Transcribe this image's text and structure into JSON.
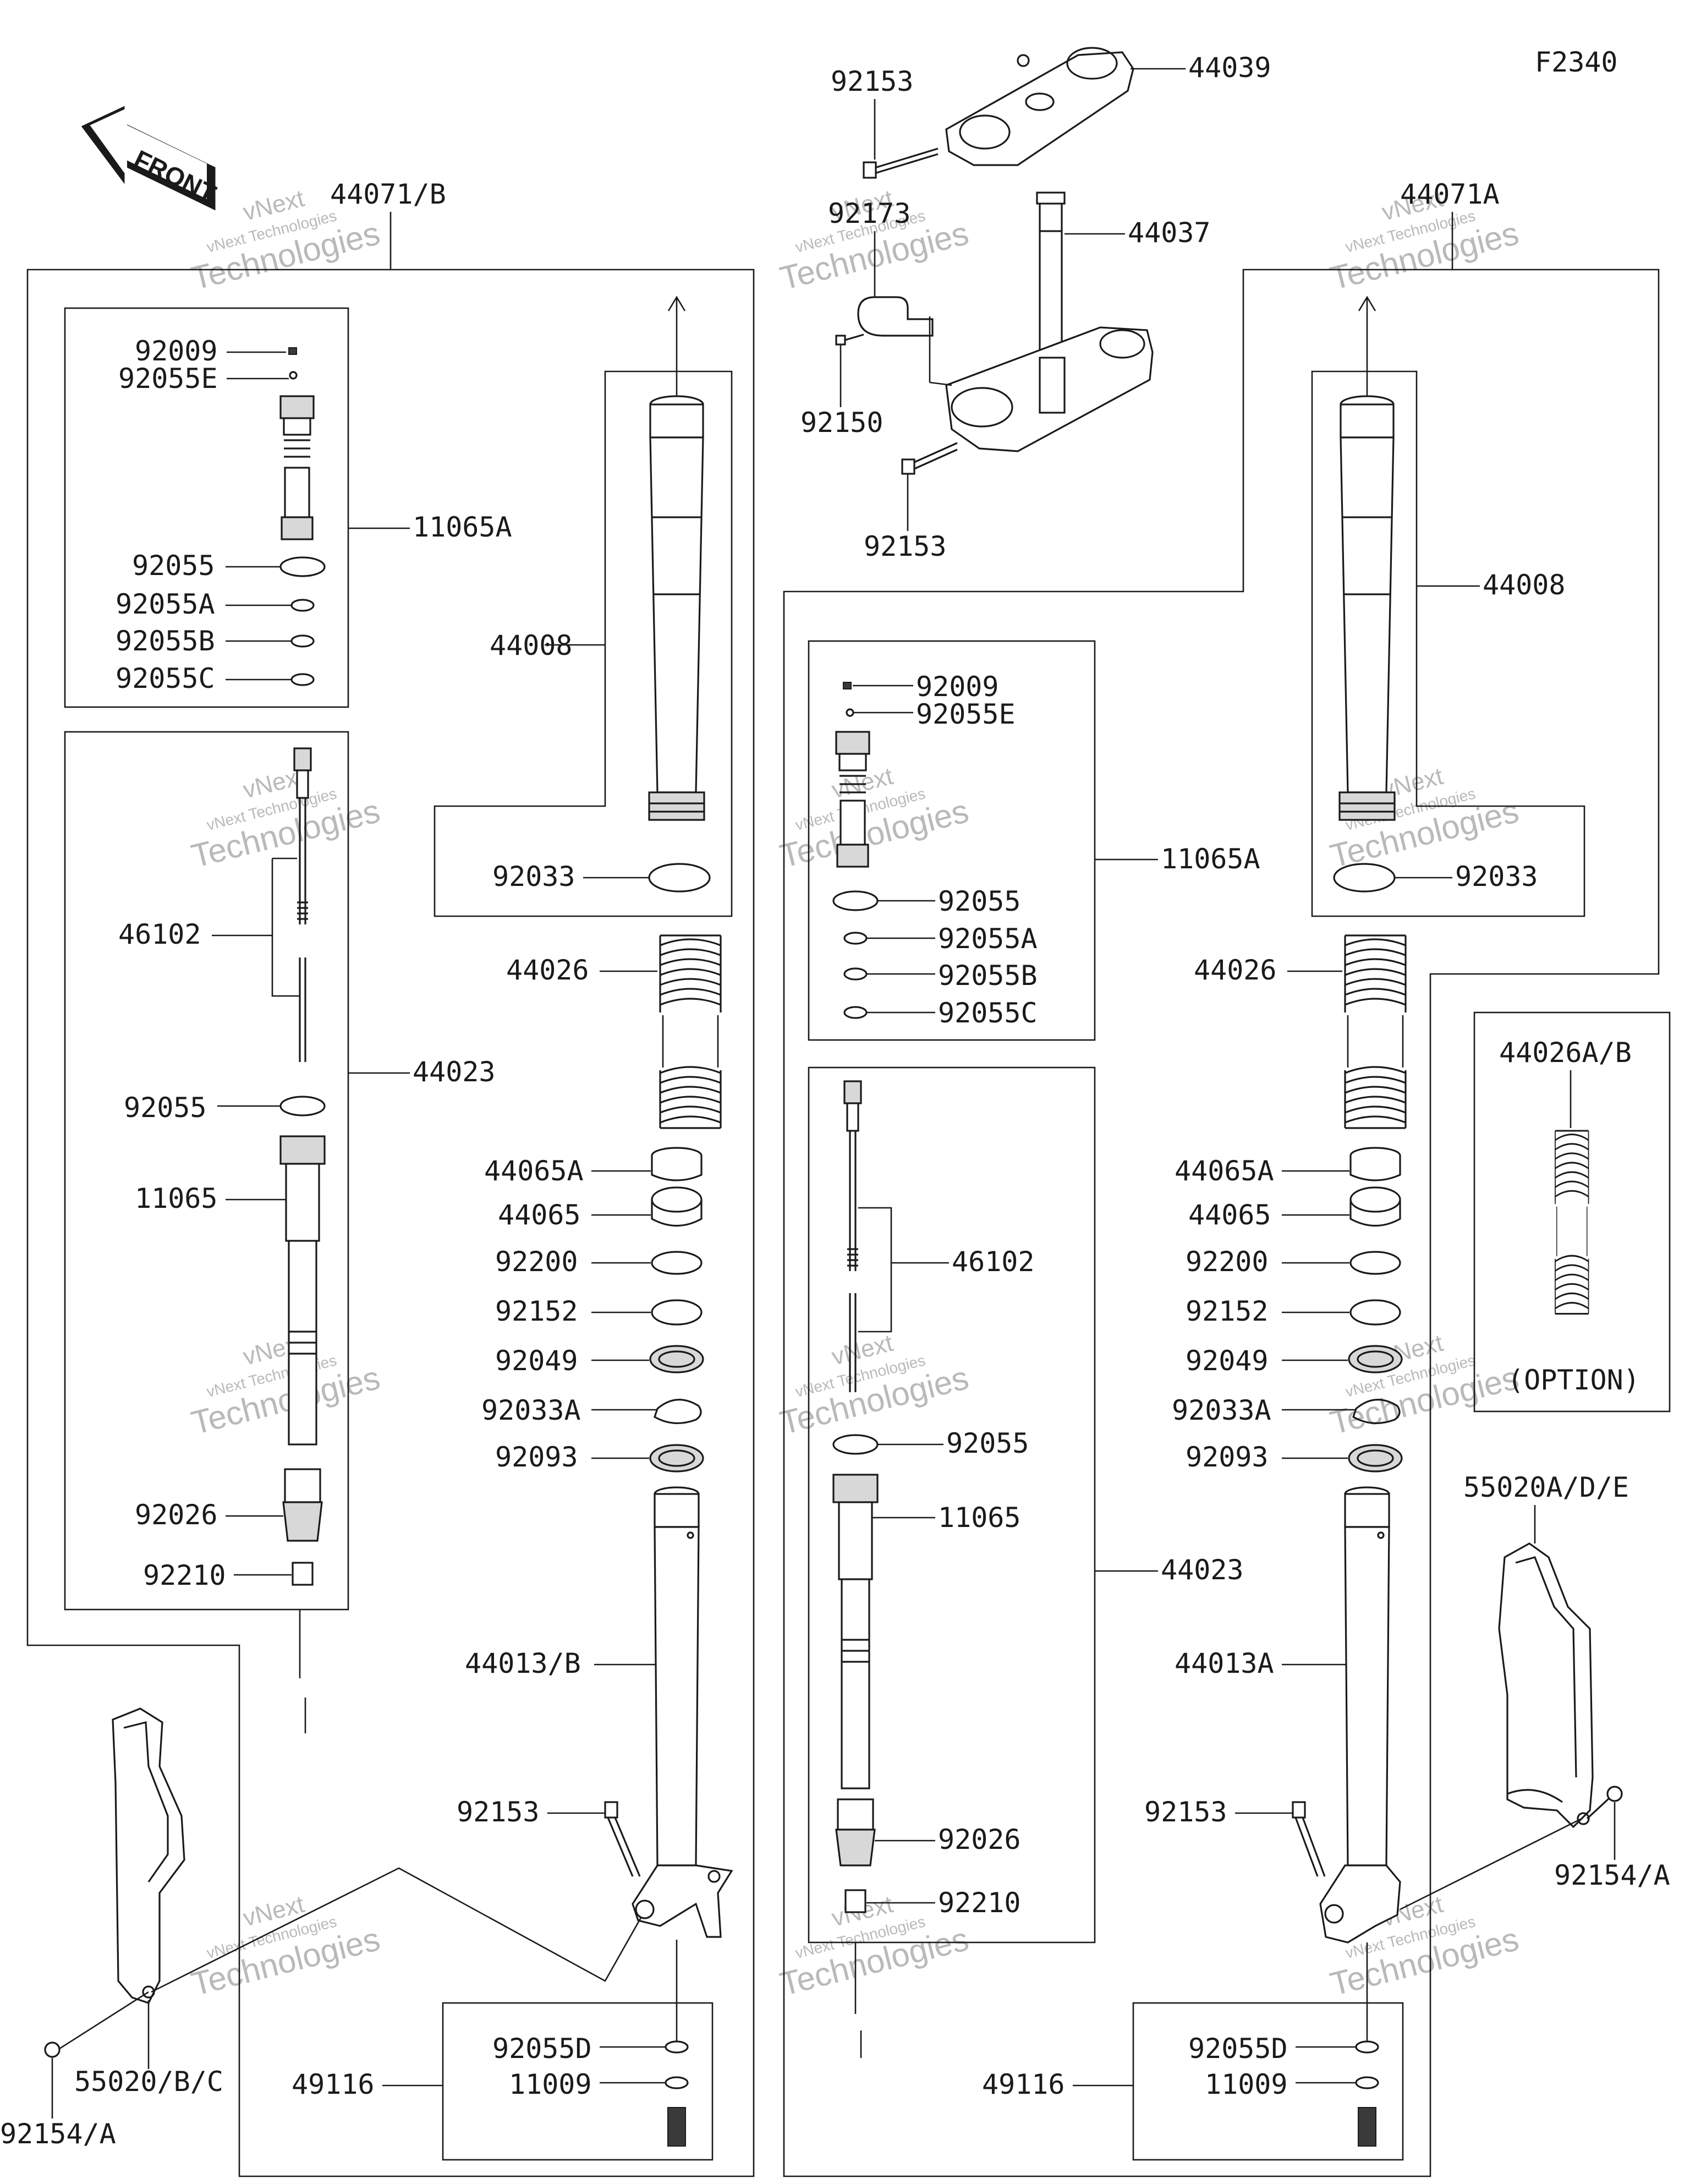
{
  "figure_code": "F2340",
  "front_arrow_text": "FRONT",
  "watermark": {
    "line1": "vNext",
    "line2": "vNext Technologies",
    "line3": "Technologies"
  },
  "labels": {
    "top_92153a": "92153",
    "top_44039": "44039",
    "top_92173": "92173",
    "top_44037": "44037",
    "top_92150": "92150",
    "top_92153b": "92153",
    "L_44071B": "44071/B",
    "L_92009": "92009",
    "L_92055E": "92055E",
    "L_11065A": "11065A",
    "L_92055": "92055",
    "L_92055A": "92055A",
    "L_92055B": "92055B",
    "L_92055C": "92055C",
    "L_46102": "46102",
    "L_44023": "44023",
    "L_92055r": "92055",
    "L_11065": "11065",
    "L_92026": "92026",
    "L_92210": "92210",
    "L_44008": "44008",
    "L_92033": "92033",
    "L_44026": "44026",
    "L_44065A": "44065A",
    "L_44065": "44065",
    "L_92200": "92200",
    "L_92152": "92152",
    "L_92049": "92049",
    "L_92033A": "92033A",
    "L_92093": "92093",
    "L_44013B": "44013/B",
    "L_92153": "92153",
    "L_92055D": "92055D",
    "L_11009": "11009",
    "L_49116": "49116",
    "L_55020BC": "55020/B/C",
    "L_92154A": "92154/A",
    "R_44071A": "44071A",
    "R_92009": "92009",
    "R_92055E": "92055E",
    "R_11065A": "11065A",
    "R_92055": "92055",
    "R_92055A": "92055A",
    "R_92055B": "92055B",
    "R_92055C": "92055C",
    "R_46102": "46102",
    "R_92055r": "92055",
    "R_11065": "11065",
    "R_44023": "44023",
    "R_92026": "92026",
    "R_92210": "92210",
    "R_44008": "44008",
    "R_92033": "92033",
    "R_44026": "44026",
    "R_44065A": "44065A",
    "R_44065": "44065",
    "R_92200": "92200",
    "R_92152": "92152",
    "R_92049": "92049",
    "R_92033A": "92033A",
    "R_92093": "92093",
    "R_44013A": "44013A",
    "R_92153": "92153",
    "R_92055D": "92055D",
    "R_11009": "11009",
    "R_49116": "49116",
    "R_44026AB": "44026A/B",
    "R_option": "(OPTION)",
    "R_55020ADE": "55020A/D/E",
    "R_92154A": "92154/A"
  }
}
